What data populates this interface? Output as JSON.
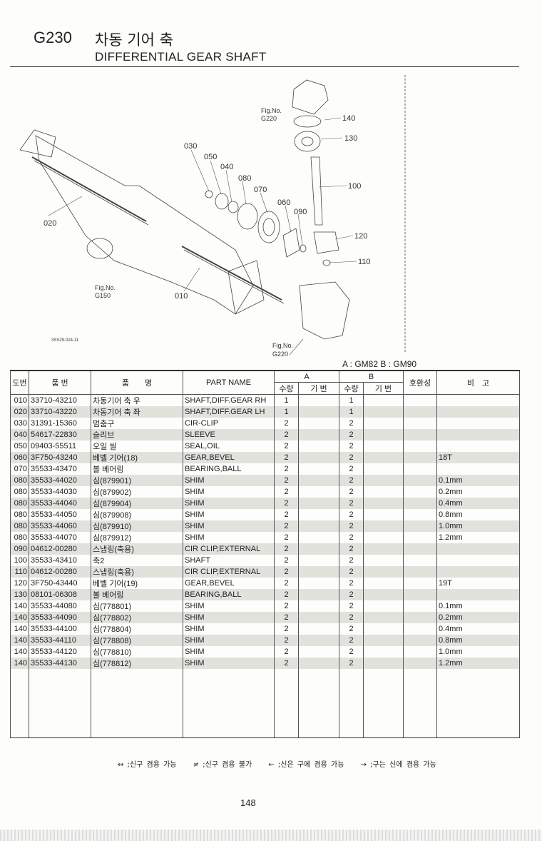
{
  "header": {
    "code": "G230",
    "title_ko": "차동 기어 축",
    "title_en": "DIFFERENTIAL GEAR SHAFT"
  },
  "diagram": {
    "labels": [
      "140",
      "130",
      "100",
      "120",
      "110",
      "030",
      "050",
      "040",
      "080",
      "070",
      "060",
      "090",
      "020",
      "010"
    ],
    "fig_refs": [
      {
        "a": "Fig.No.",
        "b": "G220"
      },
      {
        "a": "Fig.No.",
        "b": "G150"
      },
      {
        "a": "Fig.No.",
        "b": "G220"
      }
    ],
    "drawing_no": "3SS29-024-11"
  },
  "models": "A : GM82   B : GM90",
  "table": {
    "headers": {
      "ref": "도번",
      "part_no": "품 번",
      "name_ko": "품　　명",
      "part_name": "PART NAME",
      "a": "A",
      "b": "B",
      "qty": "수량",
      "model": "기 번",
      "interchange": "호환성",
      "remarks": "비　고"
    },
    "rows": [
      [
        "010",
        "33710-43210",
        "차동기어 축 우",
        "SHAFT,DIFF.GEAR RH",
        "1",
        "1",
        ""
      ],
      [
        "020",
        "33710-43220",
        "차동기어 축 좌",
        "SHAFT,DIFF.GEAR LH",
        "1",
        "1",
        ""
      ],
      [
        "030",
        "31391-15360",
        "멈춤구",
        "CIR-CLIP",
        "2",
        "2",
        ""
      ],
      [
        "040",
        "54617-22830",
        "슬리브",
        "SLEEVE",
        "2",
        "2",
        ""
      ],
      [
        "050",
        "09403-55511",
        "오일 씰",
        "SEAL,OIL",
        "2",
        "2",
        ""
      ],
      [
        "060",
        "3F750-43240",
        "베벨 기어(18)",
        "GEAR,BEVEL",
        "2",
        "2",
        "18T"
      ],
      [
        "070",
        "35533-43470",
        "볼 베어링",
        "BEARING,BALL",
        "2",
        "2",
        ""
      ],
      [
        "080",
        "35533-44020",
        "심(879901)",
        "SHIM",
        "2",
        "2",
        "0.1mm"
      ],
      [
        "080",
        "35533-44030",
        "심(879902)",
        "SHIM",
        "2",
        "2",
        "0.2mm"
      ],
      [
        "080",
        "35533-44040",
        "심(879904)",
        "SHIM",
        "2",
        "2",
        "0.4mm"
      ],
      [
        "080",
        "35533-44050",
        "심(879908)",
        "SHIM",
        "2",
        "2",
        "0.8mm"
      ],
      [
        "080",
        "35533-44060",
        "심(879910)",
        "SHIM",
        "2",
        "2",
        "1.0mm"
      ],
      [
        "080",
        "35533-44070",
        "심(879912)",
        "SHIM",
        "2",
        "2",
        "1.2mm"
      ],
      [
        "090",
        "04612-00280",
        "스냅링(축용)",
        "CIR CLIP,EXTERNAL",
        "2",
        "2",
        ""
      ],
      [
        "100",
        "35533-43410",
        "축2",
        "SHAFT",
        "2",
        "2",
        ""
      ],
      [
        "110",
        "04612-00280",
        "스냅링(축용)",
        "CIR CLIP,EXTERNAL",
        "2",
        "2",
        ""
      ],
      [
        "120",
        "3F750-43440",
        "베벨 기어(19)",
        "GEAR,BEVEL",
        "2",
        "2",
        "19T"
      ],
      [
        "130",
        "08101-06308",
        "볼 베어링",
        "BEARING,BALL",
        "2",
        "2",
        ""
      ],
      [
        "140",
        "35533-44080",
        "심(778801)",
        "SHIM",
        "2",
        "2",
        "0.1mm"
      ],
      [
        "140",
        "35533-44090",
        "심(778802)",
        "SHIM",
        "2",
        "2",
        "0.2mm"
      ],
      [
        "140",
        "35533-44100",
        "심(778804)",
        "SHIM",
        "2",
        "2",
        "0.4mm"
      ],
      [
        "140",
        "35533-44110",
        "심(778808)",
        "SHIM",
        "2",
        "2",
        "0.8mm"
      ],
      [
        "140",
        "35533-44120",
        "심(778810)",
        "SHIM",
        "2",
        "2",
        "1.0mm"
      ],
      [
        "140",
        "35533-44130",
        "심(778812)",
        "SHIM",
        "2",
        "2",
        "1.2mm"
      ]
    ]
  },
  "legend": [
    "↔ ;신구 겸용 가능",
    "≠ ;신구 겸용 불가",
    "← ;신은 구에 겸용 가능",
    "→ ;구는 신에 겸용 가능"
  ],
  "page_number": "148"
}
